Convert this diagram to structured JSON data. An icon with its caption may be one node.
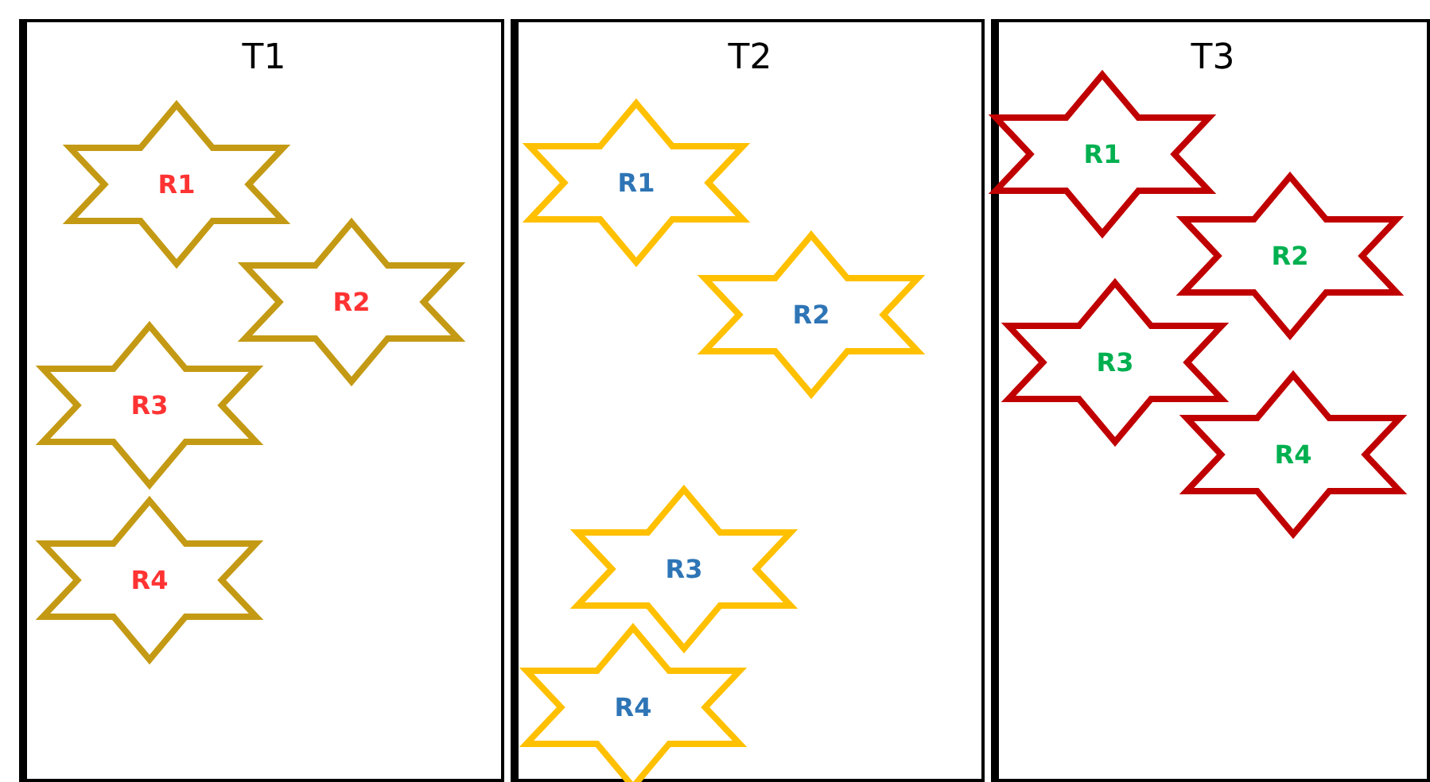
{
  "diagram": {
    "nodes": [
      {
        "text": [
          "T1"
        ]
      },
      {
        "text": [
          "R1"
        ],
        "in": 0
      },
      {
        "text": [
          "R2"
        ],
        "in": 0
      },
      {
        "text": [
          "R3"
        ],
        "in": 0
      },
      {
        "text": [
          "R4"
        ],
        "in": 0
      },
      {
        "text": [
          "T2"
        ]
      },
      {
        "text": [
          "R1"
        ],
        "in": 5
      },
      {
        "text": [
          "R2"
        ],
        "in": 5
      },
      {
        "text": [
          "R3"
        ],
        "in": 5
      },
      {
        "text": [
          "R4"
        ],
        "in": 5
      },
      {
        "text": [
          "T3"
        ]
      },
      {
        "text": [
          "R1"
        ],
        "in": 10
      },
      {
        "text": [
          "R2"
        ],
        "in": 10
      },
      {
        "text": [
          "R3"
        ],
        "in": 10
      },
      {
        "text": [
          "R4"
        ],
        "in": 10
      }
    ]
  }
}
